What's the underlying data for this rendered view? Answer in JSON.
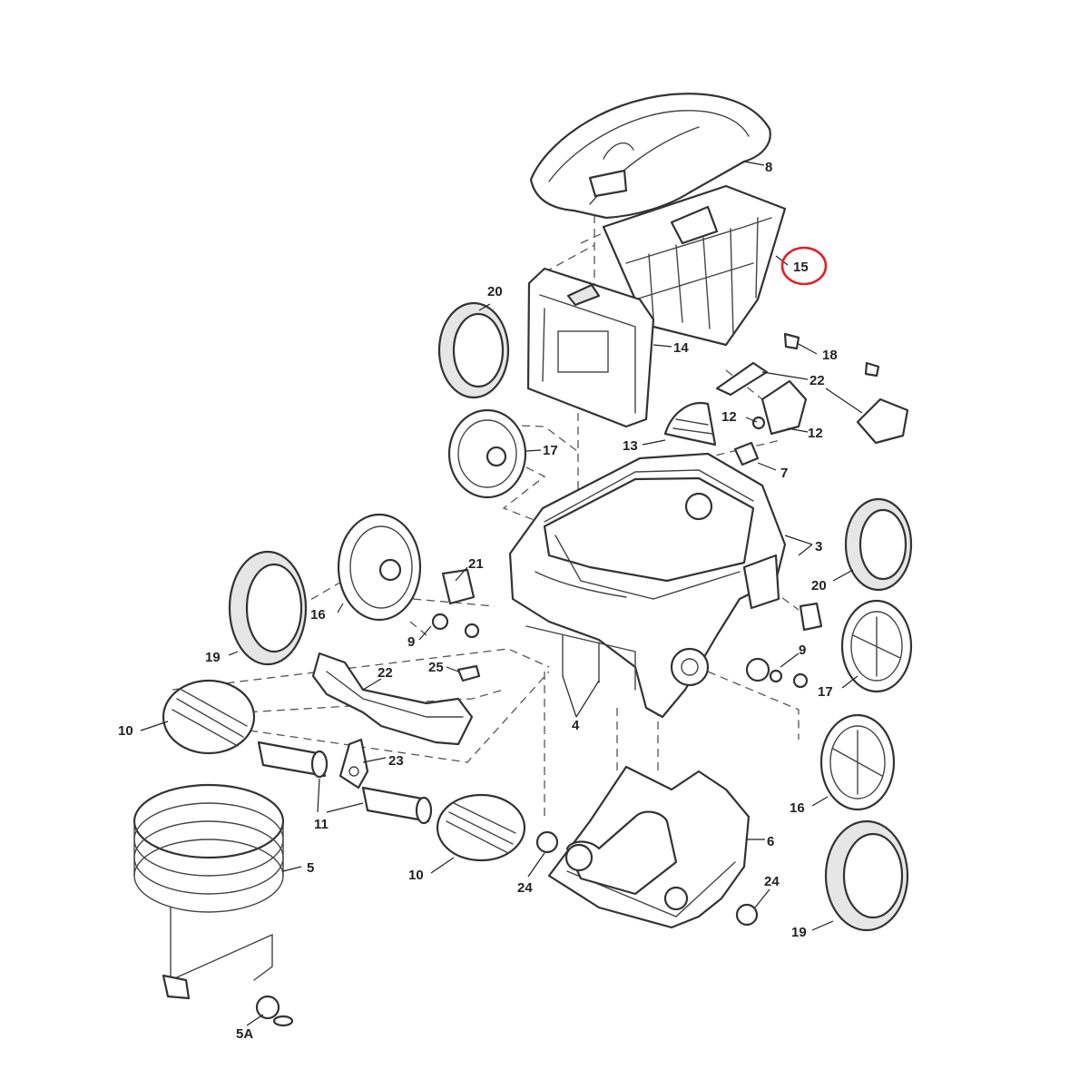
{
  "highlight_color": "#e0202a",
  "callouts": {
    "c8": "8",
    "c15": "15",
    "c20a": "20",
    "c14": "14",
    "c18": "18",
    "c22a": "22",
    "c12a": "12",
    "c12b": "12",
    "c13": "13",
    "c17a": "17",
    "c7": "7",
    "c3": "3",
    "c21": "21",
    "c16a": "16",
    "c9a": "9",
    "c20b": "20",
    "c9b": "9",
    "c19a": "19",
    "c22b": "22",
    "c25": "25",
    "c17b": "17",
    "c10a": "10",
    "c4": "4",
    "c23": "23",
    "c16b": "16",
    "c11": "11",
    "c6": "6",
    "c5": "5",
    "c10b": "10",
    "c24a": "24",
    "c24b": "24",
    "c19b": "19",
    "c5a": "5A"
  }
}
